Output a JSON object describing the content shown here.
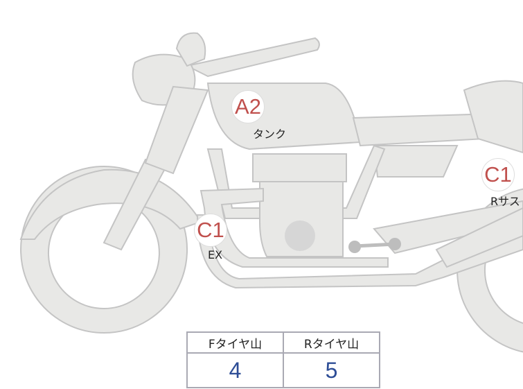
{
  "labels": [
    {
      "code": "A2",
      "part": "タンク"
    },
    {
      "code": "C1",
      "part": "EX"
    },
    {
      "code": "C1",
      "part": "Rサス"
    }
  ],
  "tire_table": {
    "headers": [
      "Fタイヤ山",
      "Rタイヤ山"
    ],
    "values": [
      "4",
      "5"
    ]
  },
  "colors": {
    "badge_text": "#c0504d",
    "value_text": "#2d4d96",
    "bike_fill": "#e8e8e6",
    "bike_stroke": "#c4c4c4"
  }
}
